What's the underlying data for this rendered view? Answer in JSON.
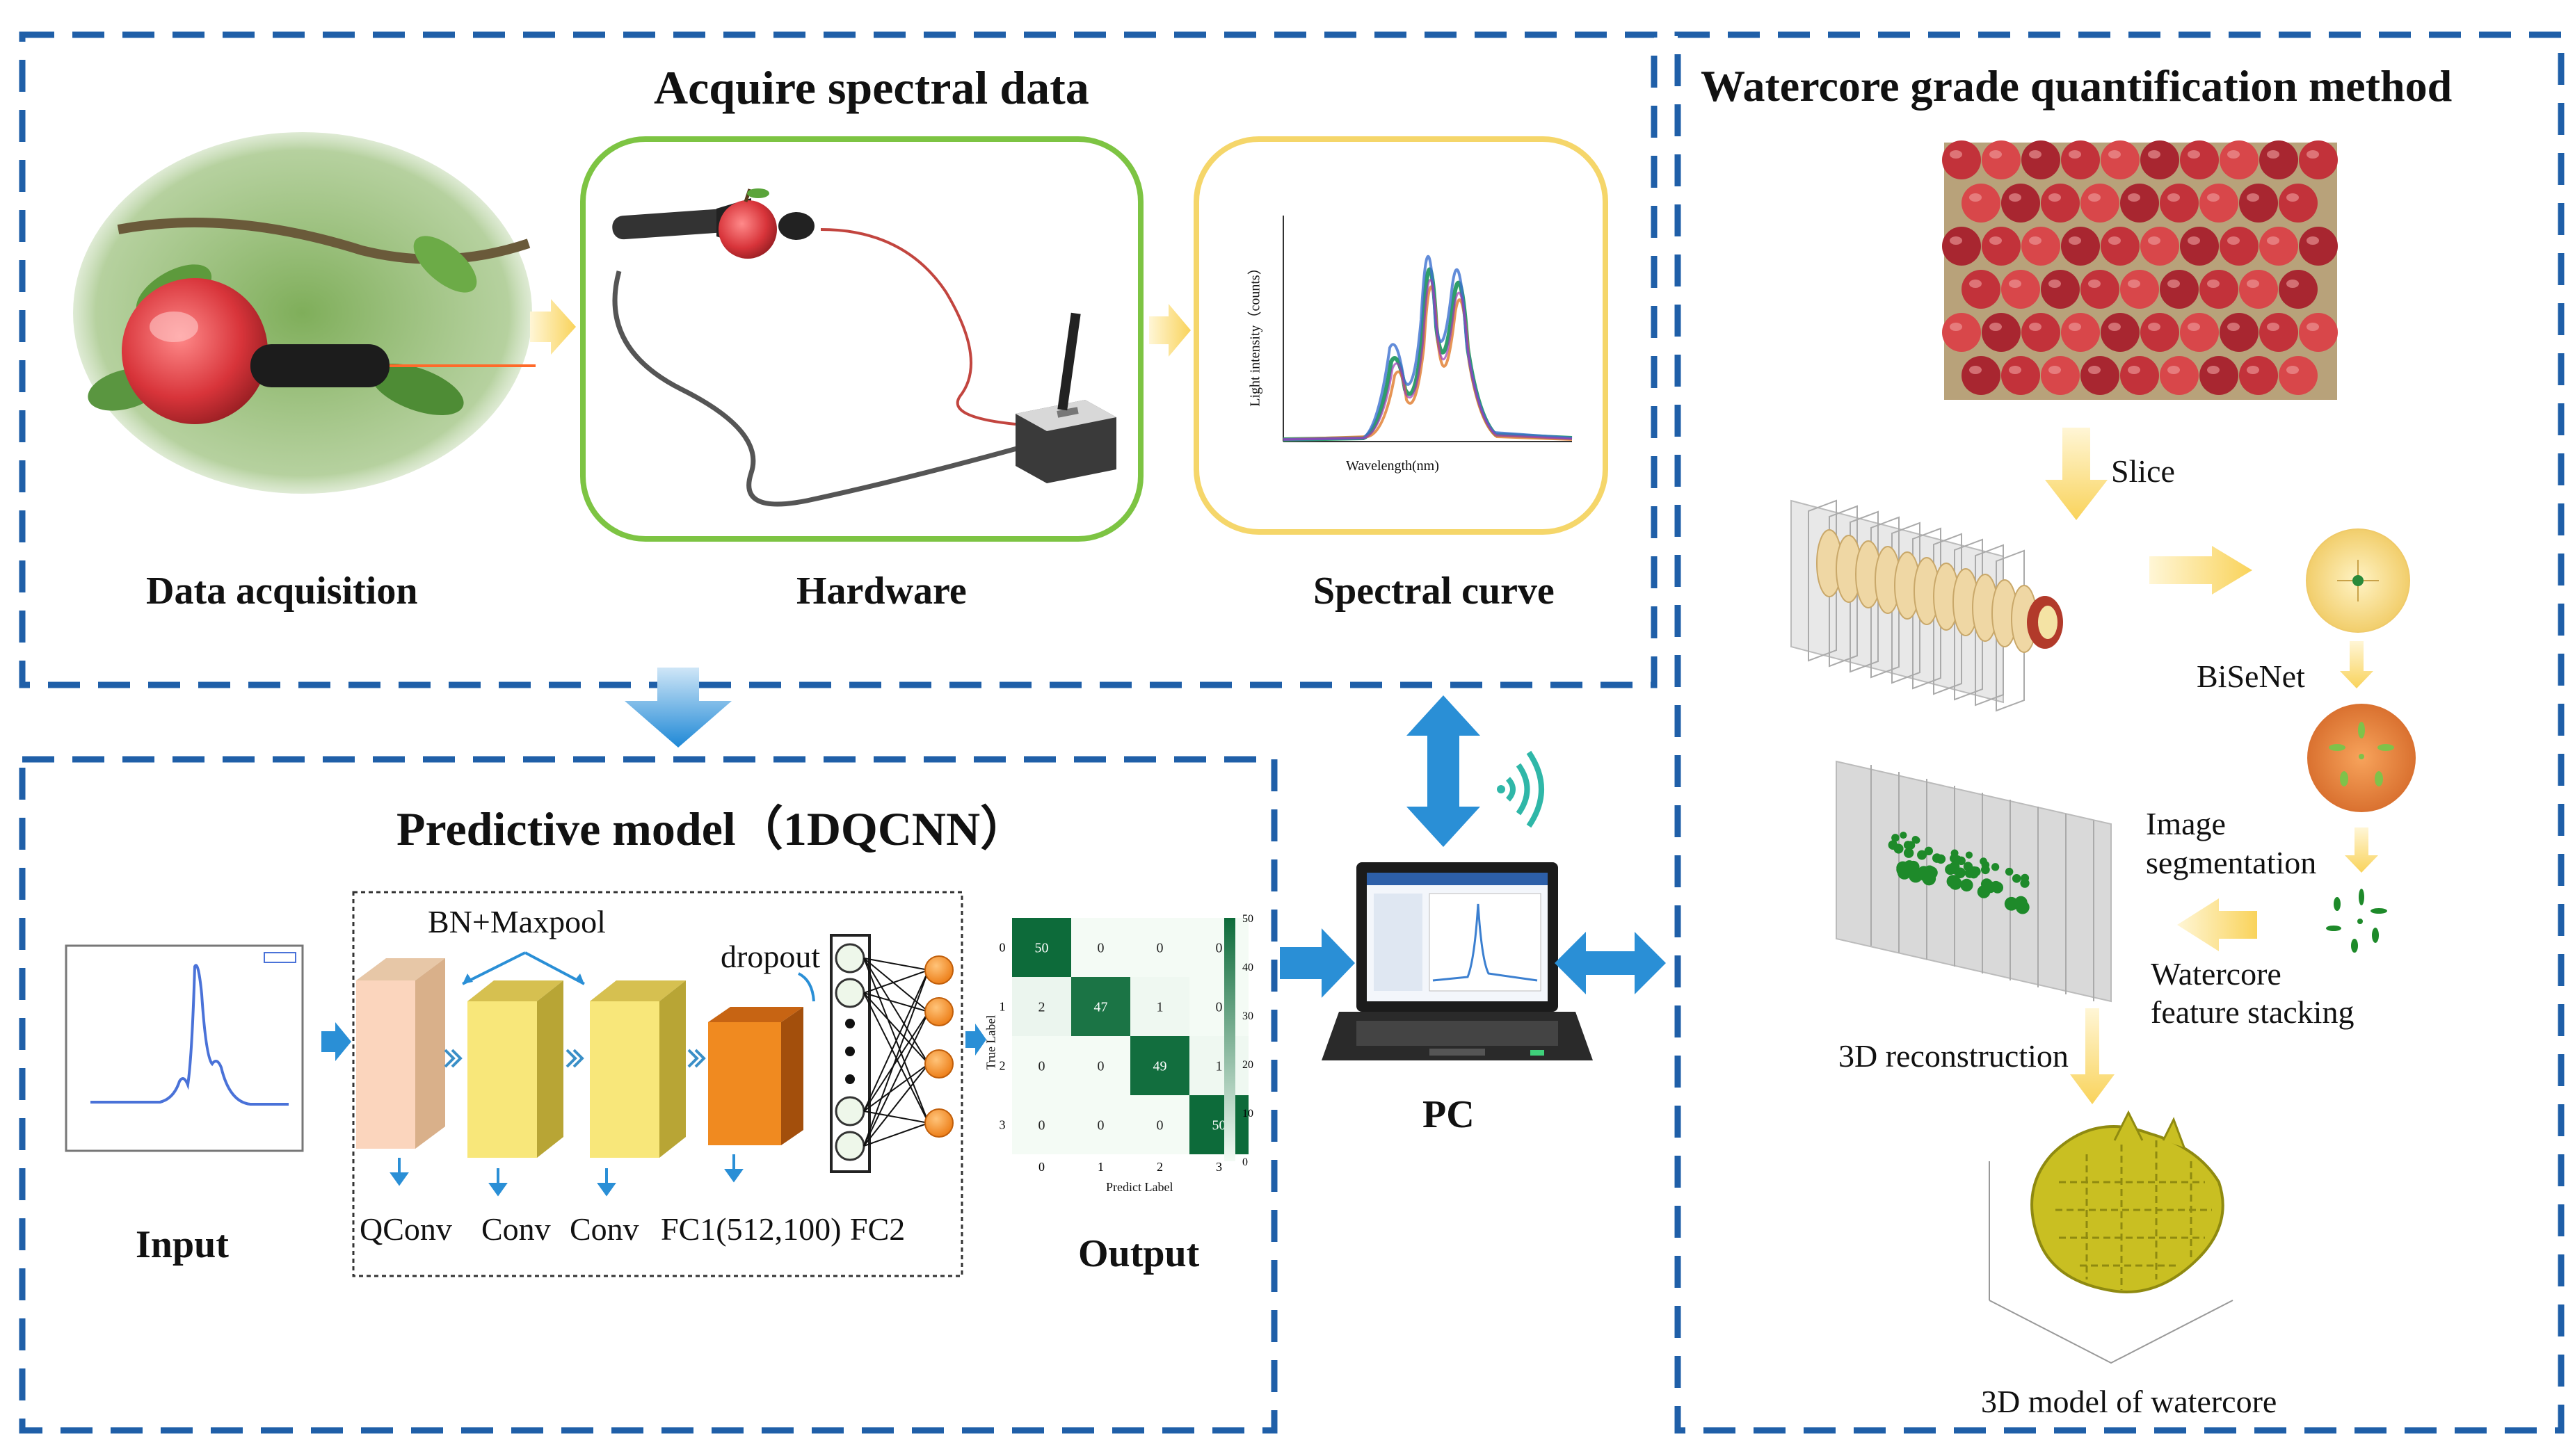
{
  "panels": {
    "acquire": {
      "title": "Acquire spectral data",
      "items": [
        "Data acquisition",
        "Hardware",
        "Spectral curve"
      ],
      "spectral_axes": {
        "xlabel": "Wavelength(nm)",
        "ylabel": "Light intensity（counts）"
      }
    },
    "model": {
      "title": "Predictive model（1DQCNN）",
      "input_label": "Input",
      "output_label": "Output",
      "bn_maxpool": "BN+Maxpool",
      "dropout": "dropout",
      "layers": [
        "QConv",
        "Conv",
        "Conv",
        "FC1(512,100)",
        "FC2"
      ],
      "confusion": {
        "matrix": [
          [
            50,
            0,
            0,
            0
          ],
          [
            2,
            47,
            1,
            0
          ],
          [
            0,
            0,
            49,
            1
          ],
          [
            0,
            0,
            0,
            50
          ]
        ],
        "row_ticks": [
          "0",
          "1",
          "2",
          "3"
        ],
        "col_ticks": [
          "0",
          "1",
          "2",
          "3"
        ],
        "xlabel": "Predict Label",
        "ylabel": "True Label",
        "colorbar_ticks": [
          "50",
          "40",
          "30",
          "20",
          "10",
          "0"
        ]
      }
    },
    "pc": {
      "label": "PC"
    },
    "watercore": {
      "title": "Watercore grade quantification method",
      "steps": {
        "slice": "Slice",
        "bisenet": "BiSeNet",
        "segmentation": [
          "Image",
          "segmentation"
        ],
        "stacking": [
          "Watercore",
          "feature stacking"
        ],
        "reconstruction": "3D reconstruction",
        "model": "3D model of watercore"
      }
    }
  },
  "colors": {
    "dash_blue": "#1f5fa8",
    "arrow_yellow": "#f9d35b",
    "arrow_blue": "#2a8fd6",
    "green_frame": "#7dc443",
    "yellow_frame": "#f5d66a"
  }
}
